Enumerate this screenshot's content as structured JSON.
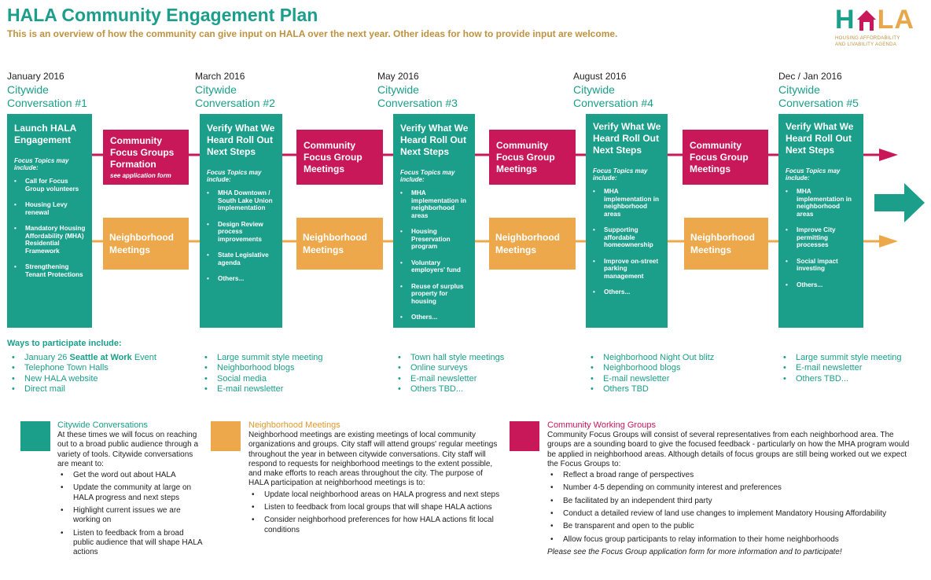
{
  "header": {
    "title": "HALA Community Engagement Plan",
    "subtitle": "This is an overview of how the community can give input on HALA over the next year. Other ideas for how to provide input are welcome."
  },
  "logo": {
    "word_left": "H",
    "word_right": "LA",
    "tagline_1": "HOUSING AFFORDABILITY",
    "tagline_2": "AND LIVABILITY AGENDA"
  },
  "colors": {
    "teal": "#1b9e8a",
    "magenta": "#c9185a",
    "orange": "#eca84a",
    "gold_text": "#c0923f"
  },
  "columns": [
    {
      "date": "January 2016",
      "cw1": "Citywide",
      "cw2": "Conversation #1",
      "box_title": "Launch HALA Engagement",
      "focus": "Focus Topics may include:",
      "items": [
        "Call for Focus Group volunteers",
        "Housing Levy renewal",
        "Mandatory Housing Affordability (MHA) Residential Framework",
        "Strengthening Tenant Protections"
      ]
    },
    {
      "date": "March 2016",
      "cw1": "Citywide",
      "cw2": "Conversation #2",
      "box_title": "Verify What We Heard Roll Out Next Steps",
      "focus": "Focus Topics may include:",
      "items": [
        "MHA Downtown / South Lake Union implementation",
        "Design Review process improvements",
        "State Legislative agenda",
        "Others..."
      ]
    },
    {
      "date": "May 2016",
      "cw1": "Citywide",
      "cw2": "Conversation #3",
      "box_title": "Verify What We Heard Roll Out Next Steps",
      "focus": "Focus Topics may include:",
      "items": [
        "MHA implementation in neighborhood areas",
        "Housing Preservation program",
        "Voluntary employers' fund",
        "Reuse of surplus property for housing",
        "Others..."
      ]
    },
    {
      "date": "August 2016",
      "cw1": "Citywide",
      "cw2": "Conversation #4",
      "box_title": "Verify What We Heard Roll Out Next Steps",
      "focus": "Focus Topics may include:",
      "items": [
        "MHA implementation in neighborhood areas",
        "Supporting affordable homeownership",
        "Improve on-street parking management",
        "Others..."
      ]
    },
    {
      "date": "Dec / Jan 2016",
      "cw1": "Citywide",
      "cw2": "Conversation #5",
      "box_title": "Verify What We Heard Roll Out Next Steps",
      "focus": "Focus Topics may include:",
      "items": [
        "MHA implementation in neighborhood areas",
        "Improve City permitting processes",
        "Social impact investing",
        "Others..."
      ]
    }
  ],
  "focus_groups": [
    {
      "title": "Community Focus Groups Formation",
      "sub": "see application form"
    },
    {
      "title": "Community Focus Group Meetings"
    },
    {
      "title": "Community Focus Group Meetings"
    },
    {
      "title": "Community Focus Group Meetings"
    }
  ],
  "neighborhood_boxes": [
    "Neighborhood Meetings",
    "Neighborhood Meetings",
    "Neighborhood Meetings",
    "Neighborhood Meetings"
  ],
  "ways": {
    "title": "Ways to participate include:",
    "col1_pre": "January 26 ",
    "col1_bold": "Seattle at Work",
    "col1_post": " Event",
    "col1_rest": [
      "Telephone Town Halls",
      "New HALA website",
      "Direct mail"
    ],
    "col2": [
      "Large summit style meeting",
      "Neighborhood blogs",
      "Social media",
      "E-mail newsletter"
    ],
    "col3": [
      "Town hall style meetings",
      "Online surveys",
      "E-mail newsletter",
      "Others TBD..."
    ],
    "col4": [
      "Neighborhood Night Out blitz",
      "Neighborhood blogs",
      "E-mail newsletter",
      "Others TBD"
    ],
    "col5": [
      "Large summit style meeting",
      "E-mail newsletter",
      "Others TBD..."
    ]
  },
  "legend": {
    "citywide": {
      "title": "Citywide Conversations",
      "text": "At these times we will focus on reaching out to a broad public audience through a variety of tools. Citywide conversations are meant to:",
      "items": [
        "Get the word out about HALA",
        "Update the community at large on HALA progress and next steps",
        "Highlight current issues we are working on",
        "Listen to feedback from a broad public audience that will shape HALA actions"
      ]
    },
    "neighborhood": {
      "title": "Neighborhood Meetings",
      "text": "Neighborhood meetings are existing meetings of local community organizations and groups. City staff will attend groups' regular meetings throughout the year in between citywide conversations. City staff will respond to requests for neighborhood meetings to the extent possible, and make efforts to reach areas throughout the city. The purpose of HALA participation at neighborhood meetings is to:",
      "items": [
        "Update local neighborhood areas on HALA progress and next steps",
        "Listen to feedback from local groups that will shape HALA actions",
        "Consider neighborhood preferences for how HALA actions fit local conditions"
      ]
    },
    "working_groups": {
      "title": "Community Working Groups",
      "text": "Community Focus Groups will consist of several representatives from each neighborhood area. The groups are a sounding board to give the focused feedback - particularly on how the MHA program would be applied in neighborhood areas. Although details of focus groups are still being worked out we expect the Focus Groups to:",
      "items": [
        "Reflect a broad range of perspectives",
        "Number 4-5 depending on community interest and preferences",
        "Be facilitated by an independent third party",
        "Conduct a detailed review of land use changes to implement Mandatory Housing Affordability",
        "Be transparent and open to the public",
        "Allow focus group participants to relay information to their home neighborhoods"
      ],
      "note": "Please see the Focus Group application form for more information and to participate!"
    }
  }
}
